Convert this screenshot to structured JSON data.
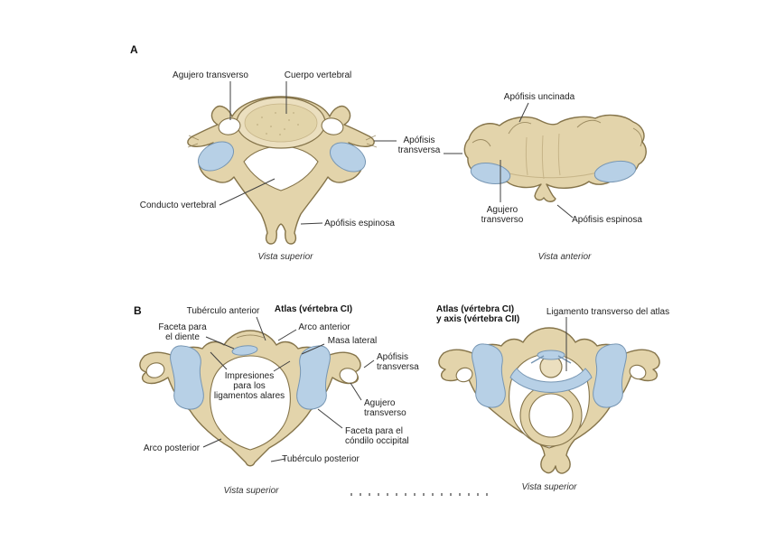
{
  "colors": {
    "bone": "#e3d4ab",
    "bone-light": "#ebdfbf",
    "bone-shade": "#c6b488",
    "outline": "#85744a",
    "facet": "#b7d0e6",
    "facet-edge": "#7796b3",
    "leader": "#3f3f3f",
    "text": "#222222"
  },
  "panel_a": {
    "letter": "A",
    "superior_view": {
      "agujero_transverso": "Agujero transverso",
      "cuerpo_vertebral": "Cuerpo vertebral",
      "conducto_vertebral": "Conducto vertebral",
      "apofisis_espinosa": "Apófisis espinosa",
      "caption": "Vista superior"
    },
    "apofisis_transversa": {
      "line1": "Apófisis",
      "line2": "transversa"
    },
    "anterior_view": {
      "apofisis_uncinada": "Apófisis uncinada",
      "agujero_transverso": {
        "line1": "Agujero",
        "line2": "transverso"
      },
      "apofisis_espinosa": "Apófisis espinosa",
      "caption": "Vista anterior"
    }
  },
  "panel_b": {
    "letter": "B",
    "atlas_view": {
      "title": "Atlas (vértebra CI)",
      "tuberculo_anterior": "Tubérculo anterior",
      "faceta_diente": {
        "line1": "Faceta para",
        "line2": "el diente"
      },
      "arco_anterior": "Arco anterior",
      "masa_lateral": "Masa lateral",
      "apofisis_transversa": {
        "line1": "Apófisis",
        "line2": "transversa"
      },
      "impresiones": {
        "line1": "Impresiones",
        "line2": "para los",
        "line3": "ligamentos alares"
      },
      "agujero_transverso": {
        "line1": "Agujero",
        "line2": "transverso"
      },
      "faceta_condilo": {
        "line1": "Faceta para el",
        "line2": "cóndilo occipital"
      },
      "arco_posterior": "Arco posterior",
      "tuberculo_posterior": "Tubérculo posterior",
      "caption": "Vista superior"
    },
    "atlas_axis_view": {
      "title_line1": "Atlas (vértebra CI)",
      "title_line2": "y axis (vértebra CII)",
      "ligamento_transverso": "Ligamento transverso del atlas",
      "caption": "Vista superior"
    }
  }
}
